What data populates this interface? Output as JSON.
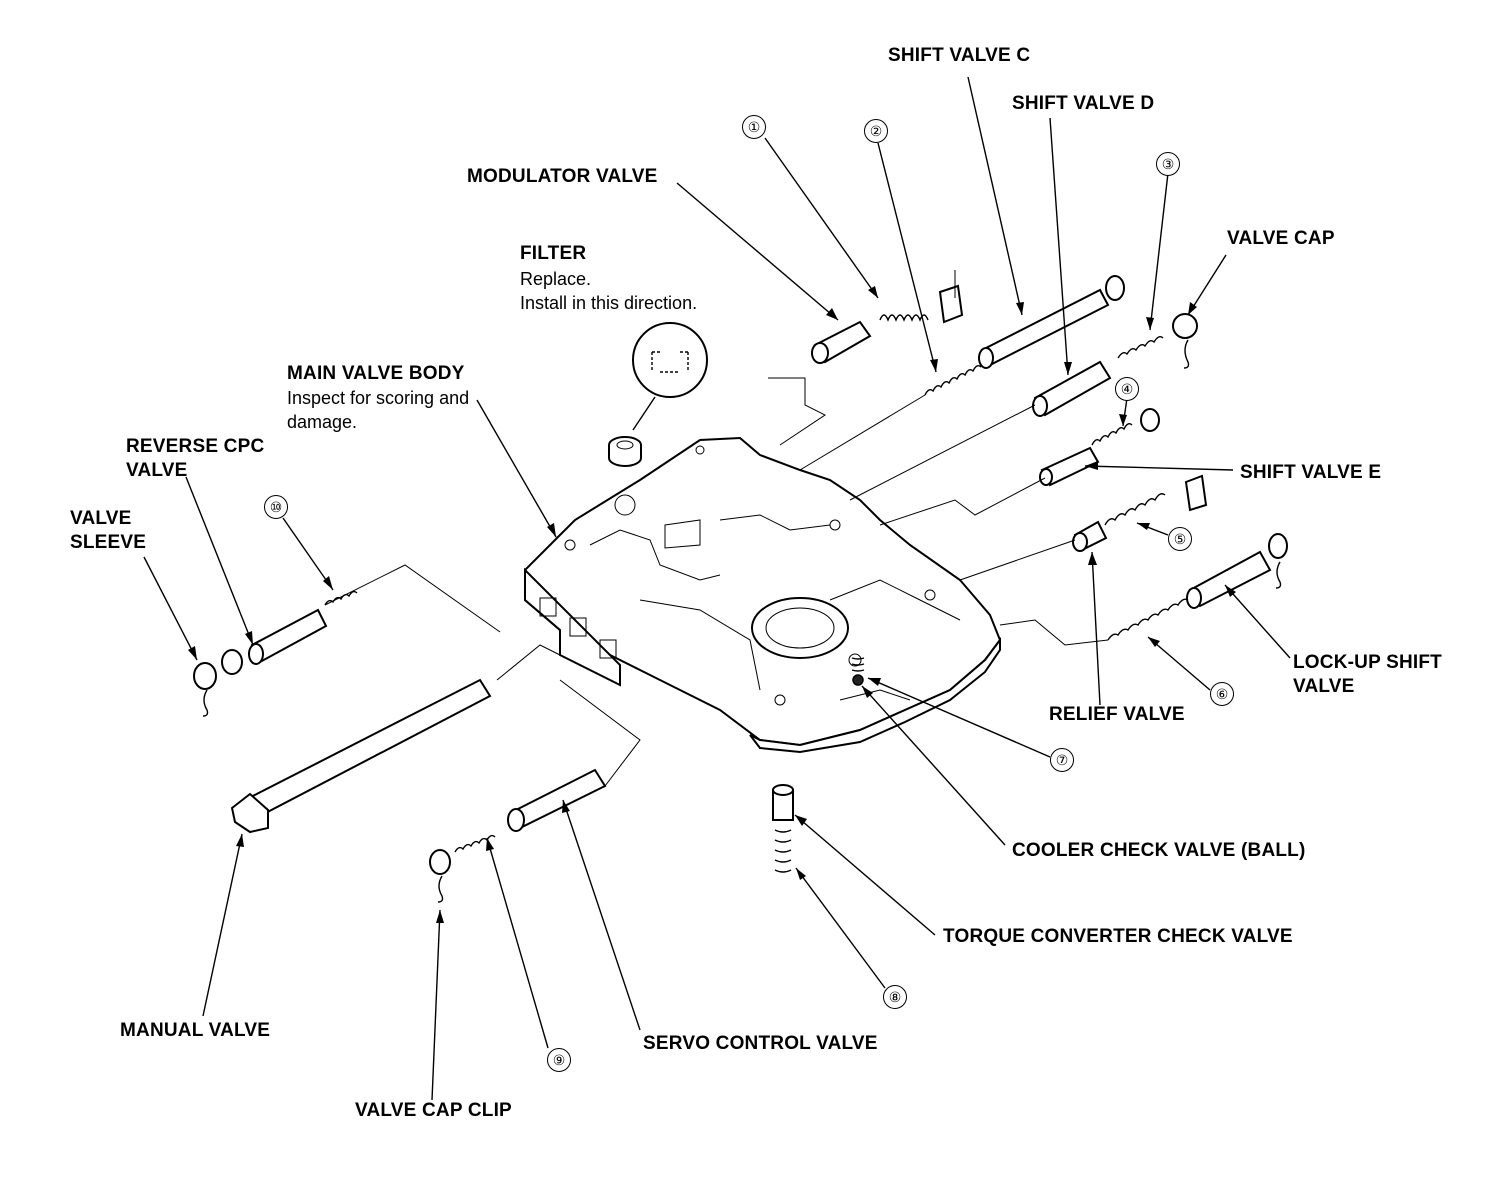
{
  "labels": {
    "shift_valve_c": "SHIFT VALVE C",
    "shift_valve_d": "SHIFT VALVE D",
    "modulator_valve": "MODULATOR VALVE",
    "valve_cap": "VALVE CAP",
    "filter_title": "FILTER",
    "filter_note_1": "Replace.",
    "filter_note_2": "Install in this direction.",
    "main_valve_body_title": "MAIN VALVE BODY",
    "main_valve_body_note_1": "Inspect for scoring and",
    "main_valve_body_note_2": "damage.",
    "reverse_cpc_line_1": "REVERSE CPC",
    "reverse_cpc_line_2": "VALVE",
    "valve_sleeve_line_1": "VALVE",
    "valve_sleeve_line_2": "SLEEVE",
    "shift_valve_e": "SHIFT VALVE E",
    "lock_up_line_1": "LOCK-UP SHIFT",
    "lock_up_line_2": "VALVE",
    "relief_valve": "RELIEF VALVE",
    "cooler_check_valve": "COOLER CHECK VALVE (BALL)",
    "torque_converter_check_valve": "TORQUE CONVERTER CHECK VALVE",
    "manual_valve": "MANUAL VALVE",
    "servo_control_valve": "SERVO CONTROL VALVE",
    "valve_cap_clip": "VALVE CAP CLIP"
  },
  "callouts": {
    "c1": "①",
    "c2": "②",
    "c3": "③",
    "c4": "④",
    "c5": "⑤",
    "c6": "⑥",
    "c7": "⑦",
    "c8": "⑧",
    "c9": "⑨",
    "c10": "⑩"
  }
}
